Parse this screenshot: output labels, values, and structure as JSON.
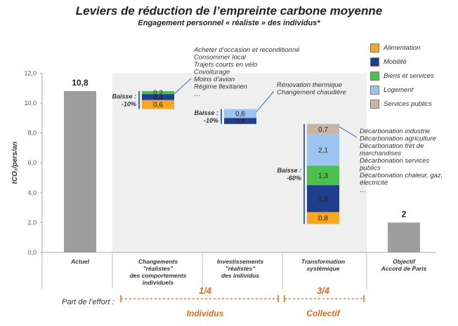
{
  "chart_data": {
    "type": "bar",
    "title": "Leviers de réduction de l’empreinte carbone moyenne",
    "subtitle": "Engagement personnel « réaliste » des individus*",
    "ylabel": "tCO₂/pers/an",
    "ylim": [
      0,
      12
    ],
    "yticks": [
      "0,0",
      "2,0",
      "4,0",
      "6,0",
      "8,0",
      "10,0",
      "12,0"
    ],
    "grid": false,
    "legend_position": "right",
    "legend": [
      {
        "name": "Alimentation",
        "color": "#F5A623"
      },
      {
        "name": "Mobilité",
        "color": "#1F3F8C"
      },
      {
        "name": "Biens et services",
        "color": "#4CBF4C"
      },
      {
        "name": "Logement",
        "color": "#9DC3F0"
      },
      {
        "name": "Services publics",
        "color": "#C9B5A3"
      }
    ],
    "categories": [
      "Actuel",
      "Changements \"réalistes\" des comportements individuels",
      "Investissements \"réalistes\" des individus",
      "Transformation systémique",
      "Objectif Accord de Paris"
    ],
    "bars": [
      {
        "category": "Actuel",
        "value": 10.8,
        "label": "10,8",
        "color": "#9E9E9E"
      },
      {
        "category": "Objectif Accord de Paris",
        "value": 2,
        "label": "2",
        "color": "#9E9E9E"
      }
    ],
    "waterfall": [
      {
        "category": "Changements \"réalistes\" des comportements individuels",
        "top": 10.8,
        "baisse_label": "Baisse :",
        "baisse_pct": "-10%",
        "segments": [
          {
            "series": "Biens et services",
            "value": 0.2,
            "label": "0,2"
          },
          {
            "series": "Mobilité",
            "value": 0.4,
            "label": "0,4"
          },
          {
            "series": "Alimentation",
            "value": 0.6,
            "label": "0,6"
          }
        ],
        "notes": [
          "Acheter d’occasion et reconditionné",
          "Consommer local",
          "Trajets courts en vélo",
          "Covoiturage",
          "Moins d’avion",
          "Régime flexitarien",
          "…"
        ]
      },
      {
        "category": "Investissements \"réalistes\" des individus",
        "top": 9.6,
        "baisse_label": "Baisse :",
        "baisse_pct": "-10%",
        "segments": [
          {
            "series": "Logement",
            "value": 0.6,
            "label": "0,6"
          },
          {
            "series": "Mobilité",
            "value": 0.4,
            "label": "0,4"
          }
        ],
        "notes": [
          "Rénovation thermique",
          "Changement chaudière"
        ]
      },
      {
        "category": "Transformation systémique",
        "top": 8.6,
        "baisse_label": "Baisse :",
        "baisse_pct": "-60%",
        "segments": [
          {
            "series": "Services publics",
            "value": 0.7,
            "label": "0,7"
          },
          {
            "series": "Logement",
            "value": 2.1,
            "label": "2,1"
          },
          {
            "series": "Biens et services",
            "value": 1.3,
            "label": "1,3"
          },
          {
            "series": "Mobilité",
            "value": 1.8,
            "label": "1,8"
          },
          {
            "series": "Alimentation",
            "value": 0.8,
            "label": "0,8"
          }
        ],
        "notes": [
          "Décarbonation industrie",
          "Décarbonation agriculture",
          "Décarbonation fret de",
          "marchandises",
          "Décarbonation services",
          "publics",
          "Décarbonation chaleur, gaz,",
          "électricité",
          "…"
        ]
      }
    ]
  },
  "effort": {
    "label": "Part de l’effort :",
    "individus_frac": "1/4",
    "individus_name": "Individus",
    "collectif_frac": "3/4",
    "collectif_name": "Collectif",
    "color": "#E2681E"
  },
  "category_labels": [
    [
      "Actuel"
    ],
    [
      "Changements",
      "\"réalistes\"",
      "des comportements",
      "individuels"
    ],
    [
      "Investissements",
      "\"réalistes\"",
      "des individus"
    ],
    [
      "Transformation",
      "systémique"
    ],
    [
      "Objectif",
      "Accord de Paris"
    ]
  ]
}
